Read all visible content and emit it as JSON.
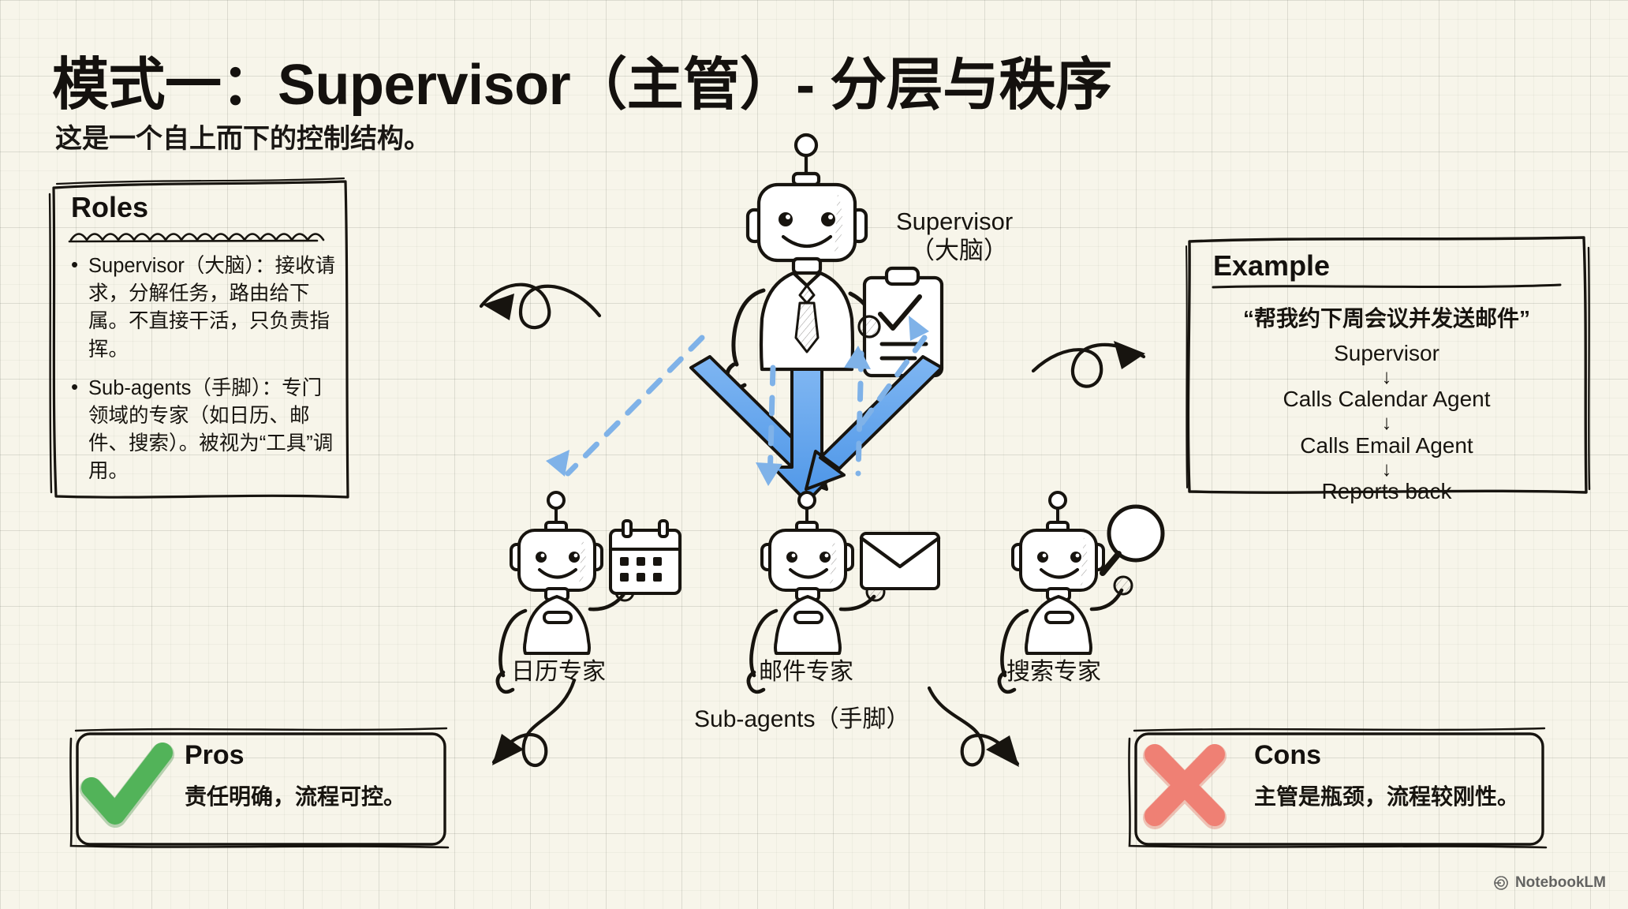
{
  "page": {
    "title": "模式一：Supervisor（主管）- 分层与秩序",
    "subtitle": "这是一个自上而下的控制结构。",
    "watermark": "NotebookLM"
  },
  "roles": {
    "heading": "Roles",
    "items": [
      "Supervisor（大脑）：接收请求，分解任务，路由给下属。不直接干活，只负责指挥。",
      "Sub-agents（手脚）：专门领域的专家（如日历、邮件、搜索）。被视为“工具”调用。"
    ]
  },
  "example": {
    "heading": "Example",
    "quote": "“帮我约下周会议并发送邮件”",
    "flow": [
      "Supervisor",
      "Calls Calendar Agent",
      "Calls Email Agent",
      "Reports back"
    ],
    "arrow_glyph": "↓"
  },
  "pros": {
    "icon": "green-check-icon",
    "title": "Pros",
    "text": "责任明确，流程可控。",
    "color": "#52b359"
  },
  "cons": {
    "icon": "red-cross-icon",
    "title": "Cons",
    "text": "主管是瓶颈，流程较刚性。",
    "color": "#ef8074"
  },
  "diagram": {
    "supervisor_label_line1": "Supervisor",
    "supervisor_label_line2": "（大脑）",
    "sub_agents_label": "Sub-agents（手脚）",
    "agents": [
      {
        "label": "日历专家",
        "icon": "calendar-icon"
      },
      {
        "label": "邮件专家",
        "icon": "envelope-icon"
      },
      {
        "label": "搜索专家",
        "icon": "magnifier-icon"
      }
    ],
    "arrow_color": "#4f97e8",
    "arrow_color_dashed": "#7fb2e8",
    "ink_color": "#17140f"
  }
}
